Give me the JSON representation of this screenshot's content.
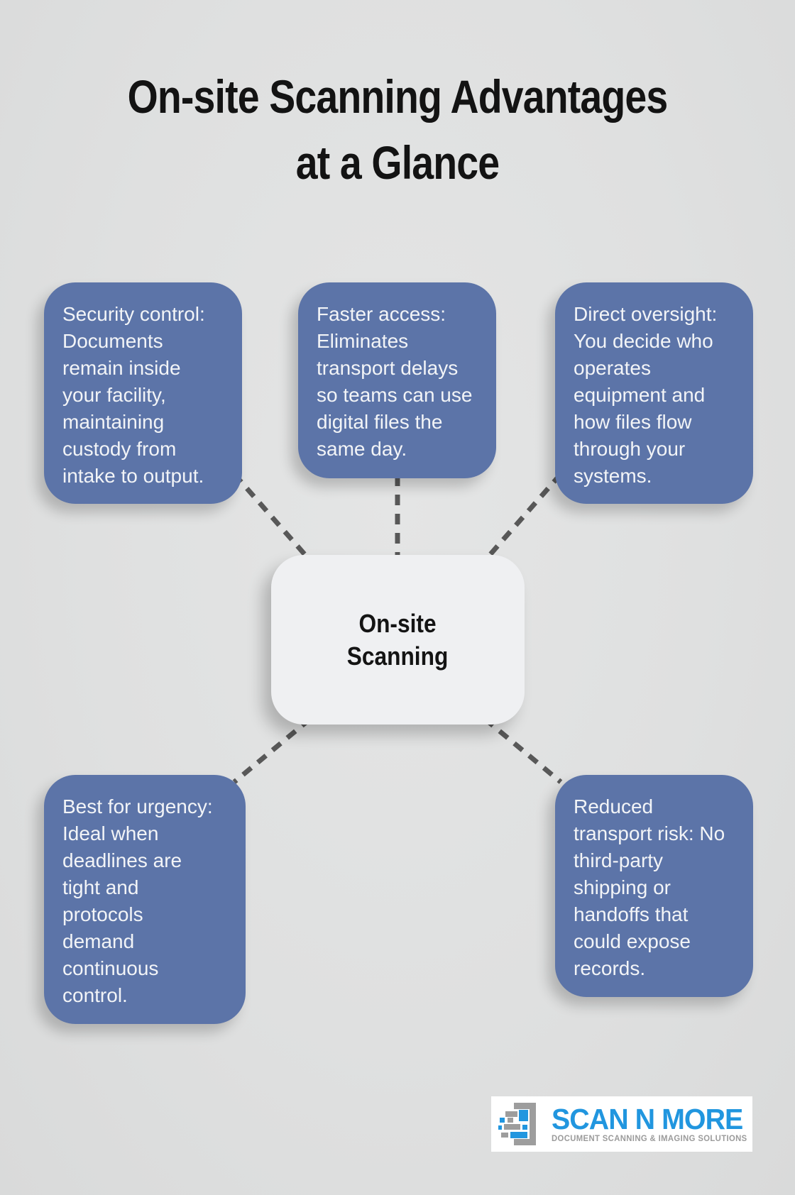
{
  "title": "On-site Scanning Advantages\nat a Glance",
  "center": {
    "label": "On-site\nScanning"
  },
  "cards": [
    {
      "id": "security-control",
      "text": "Security control:\nDocuments\nremain inside\nyour facility,\nmaintaining\ncustody from\nintake to output."
    },
    {
      "id": "faster-access",
      "text": "Faster access:\nEliminates\ntransport delays\nso teams can use\ndigital files the\nsame day."
    },
    {
      "id": "direct-oversight",
      "text": "Direct oversight:\nYou decide who\noperates\nequipment and\nhow files flow\nthrough your\nsystems."
    },
    {
      "id": "best-for-urgency",
      "text": "Best for urgency:\nIdeal when\ndeadlines are\ntight and\nprotocols\ndemand\ncontinuous\ncontrol."
    },
    {
      "id": "reduced-transport-risk",
      "text": "Reduced\ntransport risk: No\nthird-party\nshipping or\nhandoffs that\ncould expose\nrecords."
    }
  ],
  "logo": {
    "name": "SCAN N MORE",
    "tagline": "DOCUMENT SCANNING & IMAGING SOLUTIONS"
  },
  "colors": {
    "background": "#dfe0e0",
    "card_blue": "#5c74a8",
    "card_text": "#f2f4f7",
    "center_node_bg": "#eff0f2",
    "connector_gray": "#585858",
    "title_black": "#131313",
    "logo_blue": "#2196df",
    "logo_gray": "#9b9b9b"
  }
}
